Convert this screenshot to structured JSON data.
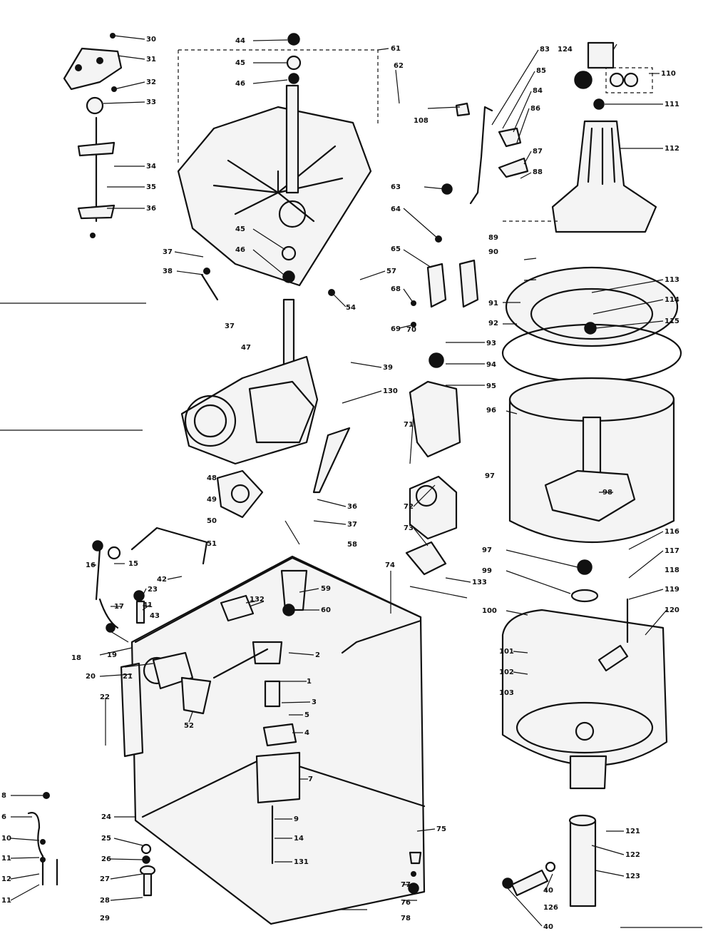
{
  "callouts": [
    {
      "id": "c30",
      "text": "30"
    },
    {
      "id": "c31",
      "text": "31"
    },
    {
      "id": "c32",
      "text": "32"
    },
    {
      "id": "c33",
      "text": "33"
    },
    {
      "id": "c34",
      "text": "34"
    },
    {
      "id": "c35",
      "text": "35"
    },
    {
      "id": "c36",
      "text": "36"
    },
    {
      "id": "c37a",
      "text": "37"
    },
    {
      "id": "c38",
      "text": "38"
    },
    {
      "id": "c37b",
      "text": "37"
    },
    {
      "id": "c44",
      "text": "44"
    },
    {
      "id": "c45a",
      "text": "45"
    },
    {
      "id": "c46a",
      "text": "46"
    },
    {
      "id": "c45b",
      "text": "45"
    },
    {
      "id": "c46b",
      "text": "46"
    },
    {
      "id": "c54",
      "text": "54"
    },
    {
      "id": "c57",
      "text": "57"
    },
    {
      "id": "c61",
      "text": "61"
    },
    {
      "id": "c62",
      "text": "62"
    },
    {
      "id": "c47",
      "text": "47"
    },
    {
      "id": "c48",
      "text": "48"
    },
    {
      "id": "c49",
      "text": "49"
    },
    {
      "id": "c50",
      "text": "50"
    },
    {
      "id": "c51",
      "text": "51"
    },
    {
      "id": "c39",
      "text": "39"
    },
    {
      "id": "c130",
      "text": "130"
    },
    {
      "id": "c36b",
      "text": "36"
    },
    {
      "id": "c37c",
      "text": "37"
    },
    {
      "id": "c58",
      "text": "58"
    },
    {
      "id": "c63",
      "text": "63"
    },
    {
      "id": "c64",
      "text": "64"
    },
    {
      "id": "c65",
      "text": "65"
    },
    {
      "id": "c68",
      "text": "68"
    },
    {
      "id": "c69",
      "text": "69"
    },
    {
      "id": "c70",
      "text": "70"
    },
    {
      "id": "c71",
      "text": "71"
    },
    {
      "id": "c72",
      "text": "72"
    },
    {
      "id": "c73",
      "text": "73"
    },
    {
      "id": "c108",
      "text": "108"
    },
    {
      "id": "c83",
      "text": "83"
    },
    {
      "id": "c85",
      "text": "85"
    },
    {
      "id": "c84",
      "text": "84"
    },
    {
      "id": "c86",
      "text": "86"
    },
    {
      "id": "c87",
      "text": "87"
    },
    {
      "id": "c88",
      "text": "88"
    },
    {
      "id": "c89",
      "text": "89"
    },
    {
      "id": "c90",
      "text": "90"
    },
    {
      "id": "c91",
      "text": "91"
    },
    {
      "id": "c92",
      "text": "92"
    },
    {
      "id": "c93",
      "text": "93"
    },
    {
      "id": "c94",
      "text": "94"
    },
    {
      "id": "c95",
      "text": "95"
    },
    {
      "id": "c96",
      "text": "96"
    },
    {
      "id": "c97",
      "text": "97"
    },
    {
      "id": "c124",
      "text": "124"
    },
    {
      "id": "c110",
      "text": "110"
    },
    {
      "id": "c111",
      "text": "111"
    },
    {
      "id": "c112",
      "text": "112"
    },
    {
      "id": "c113",
      "text": "113"
    },
    {
      "id": "c114",
      "text": "114"
    },
    {
      "id": "c115",
      "text": "115"
    },
    {
      "id": "c98",
      "text": "98"
    },
    {
      "id": "c97b",
      "text": "97"
    },
    {
      "id": "c99",
      "text": "99"
    },
    {
      "id": "c100",
      "text": "100"
    },
    {
      "id": "c101",
      "text": "101"
    },
    {
      "id": "c102",
      "text": "102"
    },
    {
      "id": "c103",
      "text": "103"
    },
    {
      "id": "c116",
      "text": "116"
    },
    {
      "id": "c117",
      "text": "117"
    },
    {
      "id": "c118",
      "text": "118"
    },
    {
      "id": "c119",
      "text": "119"
    },
    {
      "id": "c120",
      "text": "120"
    },
    {
      "id": "c121",
      "text": "121"
    },
    {
      "id": "c122",
      "text": "122"
    },
    {
      "id": "c123",
      "text": "123"
    },
    {
      "id": "c1",
      "text": "1"
    },
    {
      "id": "c2",
      "text": "2"
    },
    {
      "id": "c3",
      "text": "3"
    },
    {
      "id": "c4",
      "text": "4"
    },
    {
      "id": "c5",
      "text": "5"
    },
    {
      "id": "c7",
      "text": "7"
    },
    {
      "id": "c9",
      "text": "9"
    },
    {
      "id": "c14",
      "text": "14"
    },
    {
      "id": "c131",
      "text": "131"
    },
    {
      "id": "c132",
      "text": "132"
    },
    {
      "id": "c59",
      "text": "59"
    },
    {
      "id": "c60",
      "text": "60"
    },
    {
      "id": "c74",
      "text": "74"
    },
    {
      "id": "c133",
      "text": "133"
    },
    {
      "id": "c15",
      "text": "15"
    },
    {
      "id": "c16",
      "text": "16"
    },
    {
      "id": "c17",
      "text": "17"
    },
    {
      "id": "c18",
      "text": "18"
    },
    {
      "id": "c19",
      "text": "19"
    },
    {
      "id": "c20",
      "text": "20"
    },
    {
      "id": "c21",
      "text": "21"
    },
    {
      "id": "c22",
      "text": "22"
    },
    {
      "id": "c23",
      "text": "23"
    },
    {
      "id": "c41",
      "text": "41"
    },
    {
      "id": "c42",
      "text": "42"
    },
    {
      "id": "c43",
      "text": "43"
    },
    {
      "id": "c52",
      "text": "52"
    },
    {
      "id": "c24",
      "text": "24"
    },
    {
      "id": "c25",
      "text": "25"
    },
    {
      "id": "c26",
      "text": "26"
    },
    {
      "id": "c27",
      "text": "27"
    },
    {
      "id": "c28",
      "text": "28"
    },
    {
      "id": "c29",
      "text": "29"
    },
    {
      "id": "c75",
      "text": "75"
    },
    {
      "id": "c76",
      "text": "76"
    },
    {
      "id": "c77",
      "text": "77"
    },
    {
      "id": "c78",
      "text": "78"
    },
    {
      "id": "c8",
      "text": "8"
    },
    {
      "id": "c6",
      "text": "6"
    },
    {
      "id": "c10",
      "text": "10"
    },
    {
      "id": "c11a",
      "text": "11"
    },
    {
      "id": "c12",
      "text": "12"
    },
    {
      "id": "c11b",
      "text": "11"
    },
    {
      "id": "c40a",
      "text": "40"
    },
    {
      "id": "c40b",
      "text": "40"
    },
    {
      "id": "c126",
      "text": "126"
    }
  ]
}
